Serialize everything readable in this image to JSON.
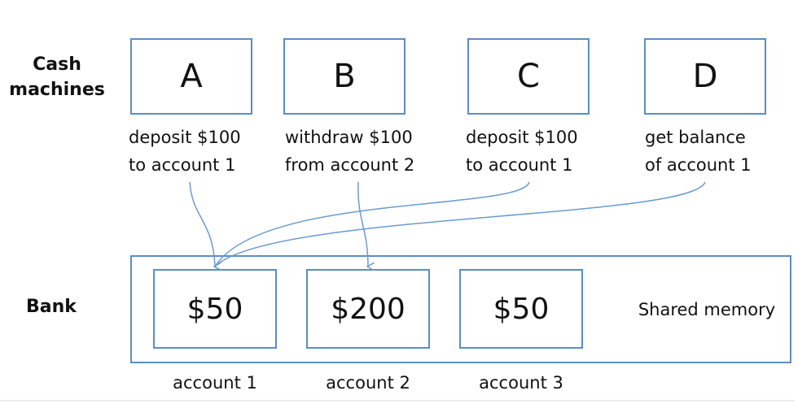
{
  "labels": {
    "cash_machines_line1": "Cash",
    "cash_machines_line2": "machines",
    "bank": "Bank"
  },
  "machines": [
    {
      "name": "A",
      "op_line1": "deposit $100",
      "op_line2": "to account 1"
    },
    {
      "name": "B",
      "op_line1": "withdraw $100",
      "op_line2": "from account 2"
    },
    {
      "name": "C",
      "op_line1": "deposit $100",
      "op_line2": "to account 1"
    },
    {
      "name": "D",
      "op_line1": "get balance",
      "op_line2": "of account 1"
    }
  ],
  "accounts": [
    {
      "balance": "$50",
      "label": "account 1"
    },
    {
      "balance": "$200",
      "label": "account 2"
    },
    {
      "balance": "$50",
      "label": "account 3"
    }
  ],
  "shared_memory_label": "Shared memory",
  "colors": {
    "box_border": "#5b8dc4",
    "arrow": "#6a9bd1",
    "text": "#111111"
  }
}
